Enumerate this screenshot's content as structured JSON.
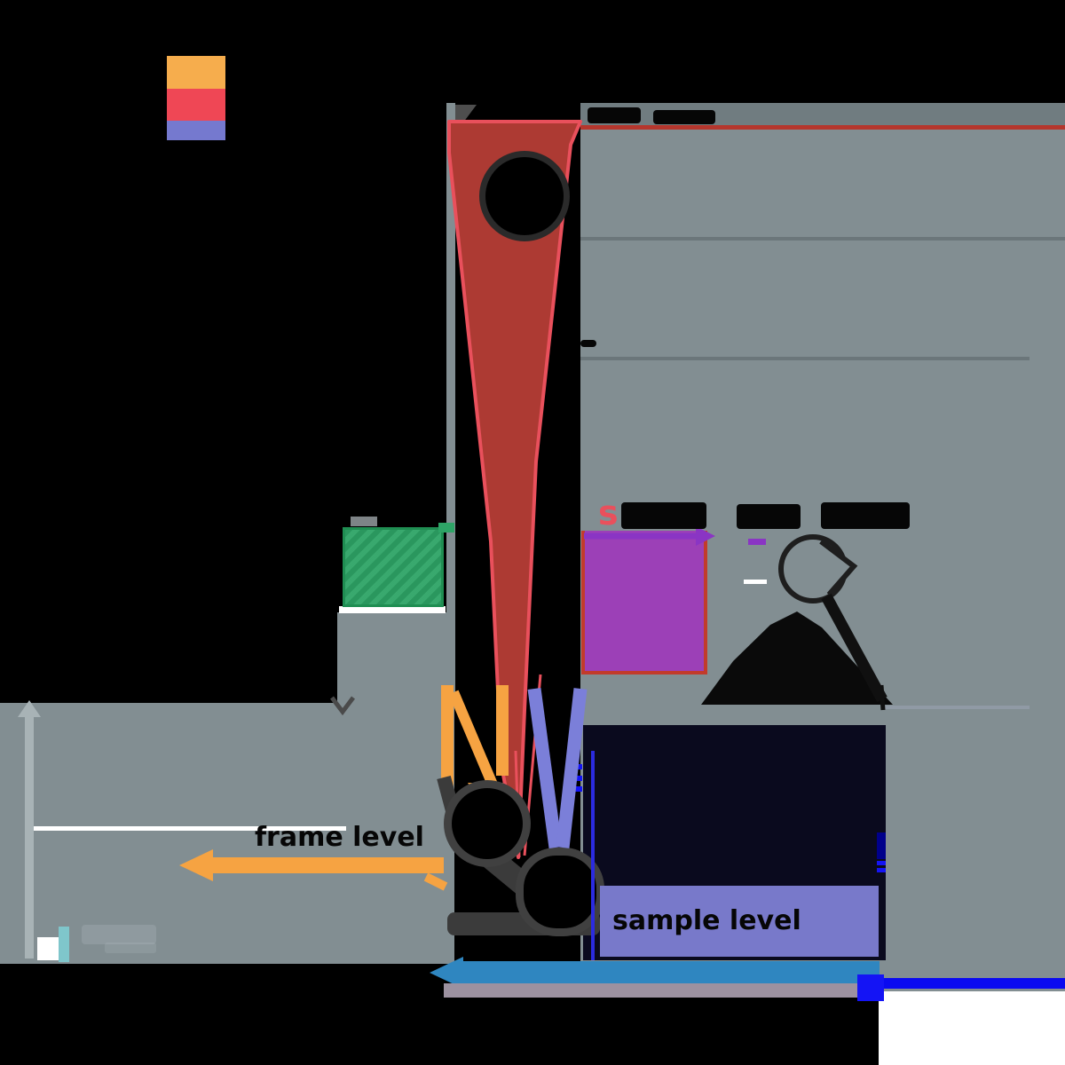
{
  "figure": {
    "description": "hand-drawn hierarchical audio-model diagram on dark slide with gray panels",
    "labels": {
      "frame_level": "frame level",
      "sample_level": "sample level",
      "s_prefix": "s"
    },
    "legend": {
      "items": [
        {
          "name": "orange-swatch",
          "color": "#F6AD4D"
        },
        {
          "name": "red-swatch",
          "color": "#EF4755"
        },
        {
          "name": "periwinkle-swatch",
          "color": "#7579CF"
        }
      ]
    }
  },
  "colors": {
    "bg": "#000000",
    "panel-gray": "#828E92",
    "panel-gray-dark": "#707C80",
    "rule-gray": "#6B767A",
    "brick": "#AD3A33",
    "bright-red": "#E9505C",
    "rule-red": "#B5362D",
    "legend-orange": "#F6AD4D",
    "legend-red": "#EF4755",
    "legend-periwinkle": "#7579CF",
    "green-fill": "#2EA466",
    "green-stroke": "#1F8E52",
    "purple-fill": "#9C40B7",
    "purple-arrow": "#8A35C4",
    "box-red-stroke": "#C23B2B",
    "navy": "#0A0A1E",
    "bright-blue": "#1414F5",
    "deep-blue": "#00008B",
    "steel-blue": "#2F86C0",
    "peri-box": "#7879CA",
    "peri-v": "#7B7FD9",
    "orange-arrow": "#F6A342",
    "charcoal": "#3B3B3B",
    "mauve": "#9C91A0",
    "teal": "#7FC6CB",
    "lightgray-arrow": "#A8B3B6",
    "white": "#FFFFFF",
    "ink": "#060606"
  }
}
